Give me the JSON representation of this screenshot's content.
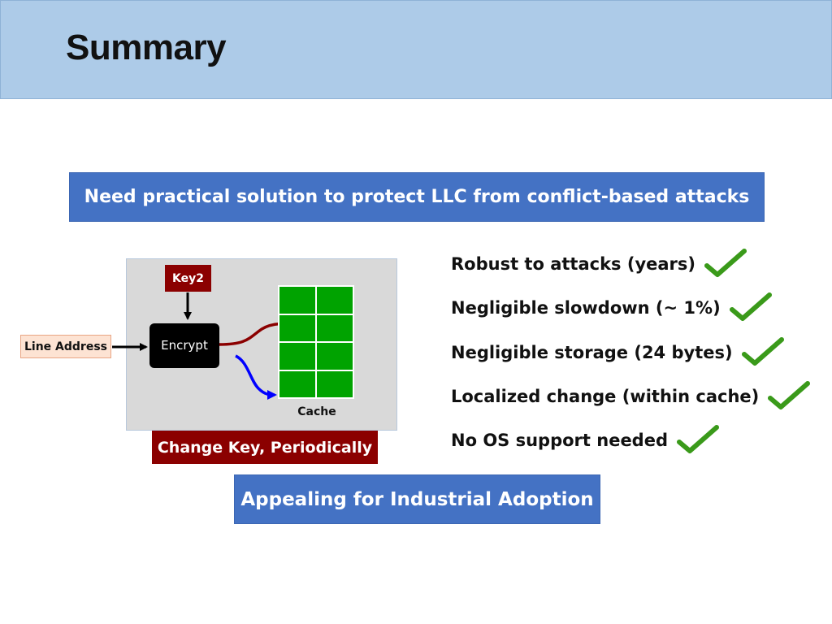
{
  "slide": {
    "title": "Summary",
    "problem_banner": "Need practical solution to protect LLC from conflict-based attacks",
    "conclusion_banner": "Appealing for Industrial Adoption"
  },
  "diagram": {
    "key_label": "Key2",
    "encrypt_label": "Encrypt",
    "line_address_label": "Line Address",
    "cache_label": "Cache",
    "change_key_label": "Change Key, Periodically",
    "arrow_colors": {
      "input": "#000000",
      "mapped_a": "#8b0000",
      "mapped_b": "#0000ff"
    },
    "cache_color": "#00a300"
  },
  "benefits": [
    {
      "text": "Robust to attacks (years)",
      "icon": "checkmark-icon"
    },
    {
      "text": "Negligible slowdown (~ 1%)",
      "icon": "checkmark-icon"
    },
    {
      "text": "Negligible storage (24 bytes)",
      "icon": "checkmark-icon"
    },
    {
      "text": "Localized change (within cache)",
      "icon": "checkmark-icon"
    },
    {
      "text": "No OS support needed",
      "icon": "checkmark-icon"
    }
  ],
  "colors": {
    "title_bar": "#adcbe8",
    "banner": "#4472c4",
    "key_box": "#8b0000",
    "check": "#3a9a1a"
  }
}
